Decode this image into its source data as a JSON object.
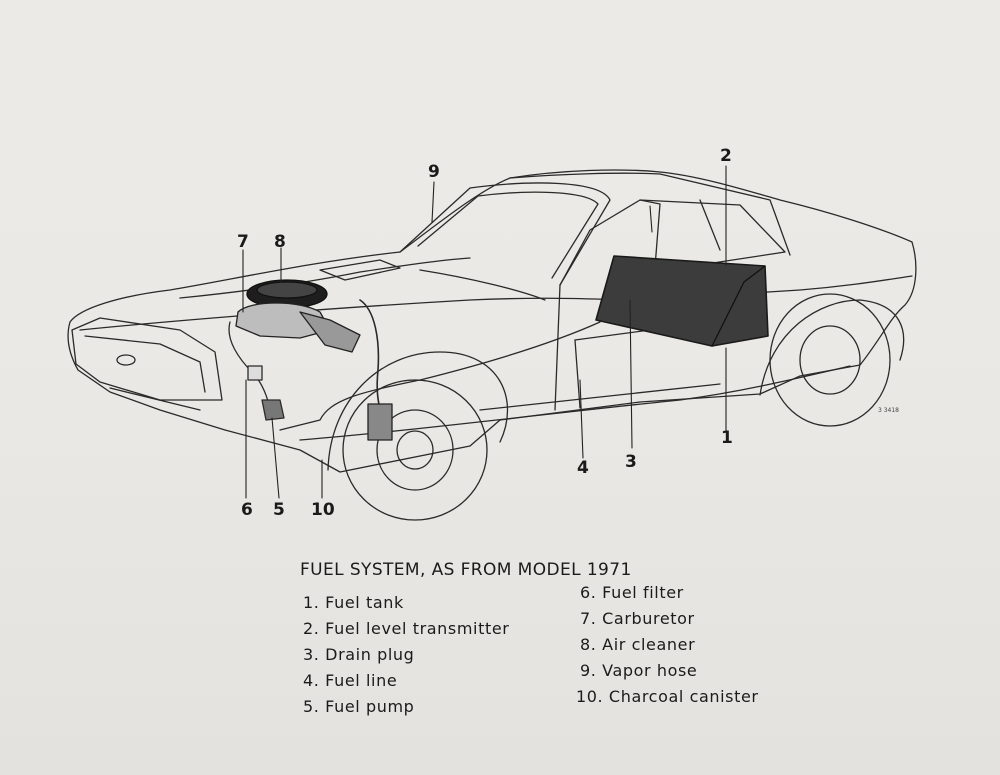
{
  "figure": {
    "callouts": [
      "1",
      "2",
      "3",
      "4",
      "5",
      "6",
      "7",
      "8",
      "9",
      "10"
    ],
    "image_code": "3 3418"
  },
  "caption": {
    "title": "FUEL SYSTEM, AS FROM MODEL 1971",
    "items_left": [
      "1. Fuel tank",
      "2. Fuel level transmitter",
      "3. Drain plug",
      "4. Fuel line",
      "5. Fuel pump"
    ],
    "items_right": [
      "6. Fuel filter",
      "7. Carburetor",
      "8. Air cleaner",
      "9. Vapor hose",
      "10. Charcoal canister"
    ]
  }
}
